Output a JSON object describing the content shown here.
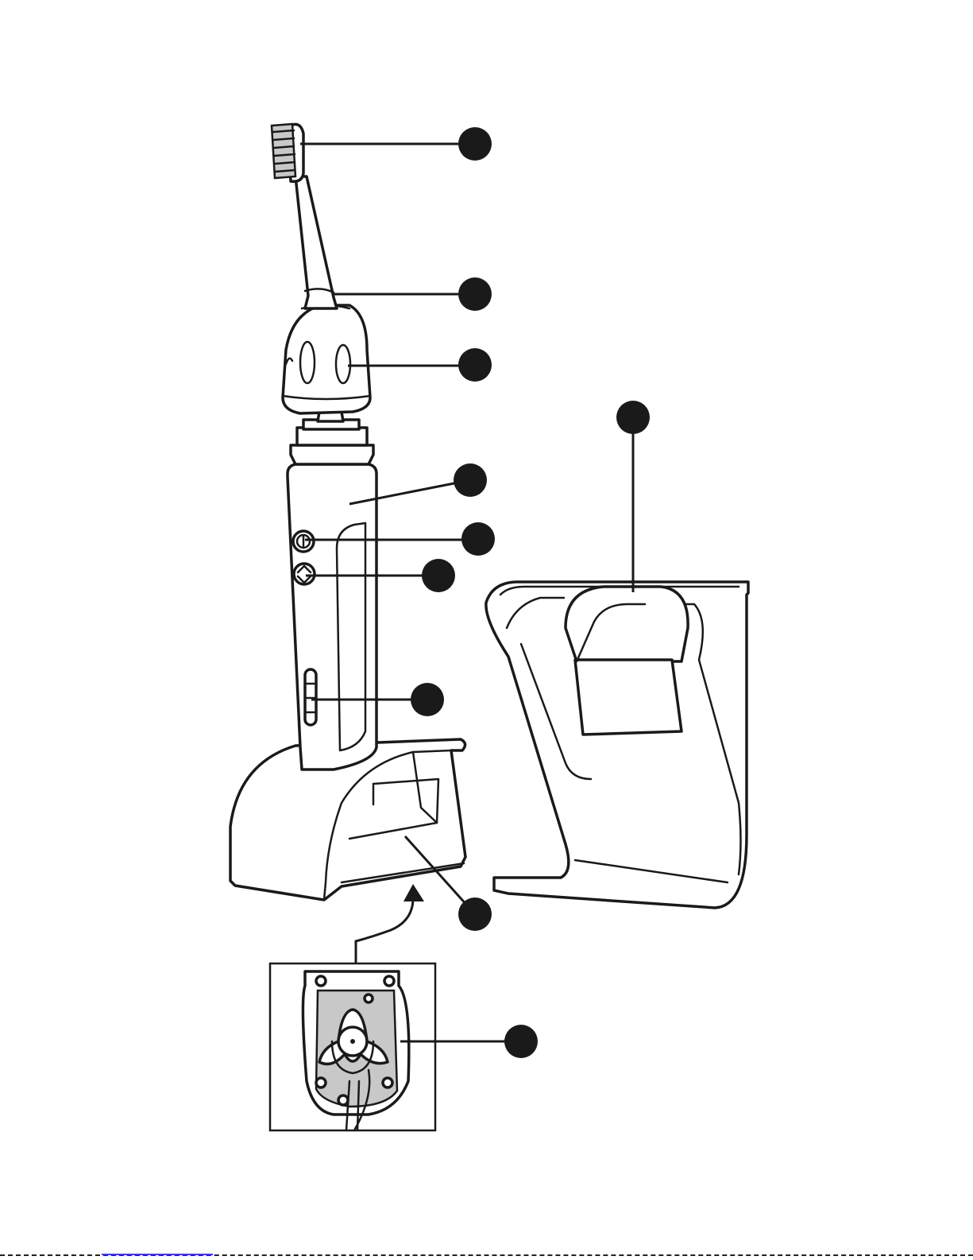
{
  "diagram": {
    "callouts": [
      {
        "id": "brush-head-bristles"
      },
      {
        "id": "brush-head-neck"
      },
      {
        "id": "brush-head-cap"
      },
      {
        "id": "handle"
      },
      {
        "id": "power-button"
      },
      {
        "id": "mode-button"
      },
      {
        "id": "battery-indicator"
      },
      {
        "id": "charger"
      },
      {
        "id": "cord-storage"
      },
      {
        "id": "travel-stand"
      }
    ],
    "colors": {
      "outline": "#1a1a1a",
      "fill": "#ffffff",
      "shade": "#c8c8c8",
      "callout": "#1a1a1a"
    }
  }
}
